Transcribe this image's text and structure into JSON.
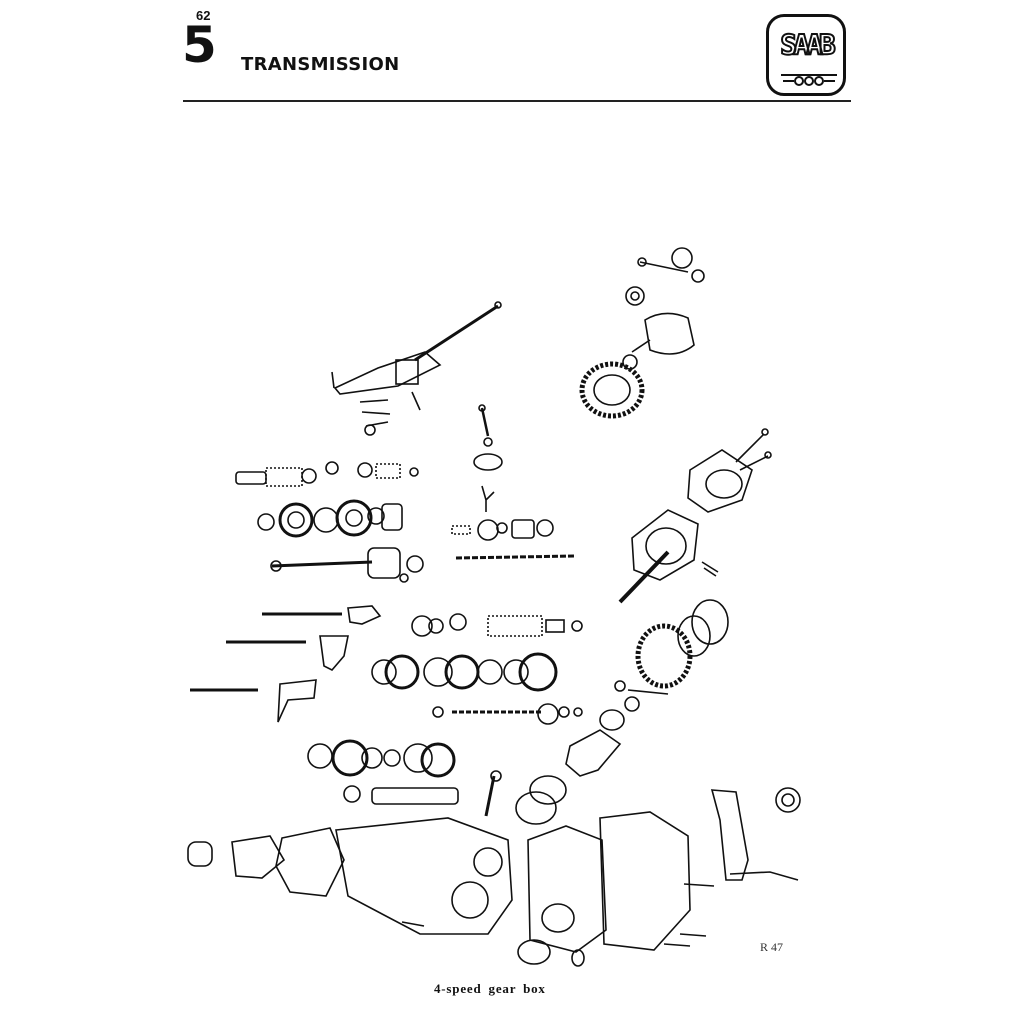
{
  "header": {
    "page_number": "62",
    "section_number": "5",
    "section_title": "TRANSMISSION",
    "logo_text": "SAAB"
  },
  "figure": {
    "reference_code": "R 47",
    "caption": "4-speed gear box"
  },
  "colors": {
    "ink": "#111111",
    "paper": "#ffffff"
  }
}
